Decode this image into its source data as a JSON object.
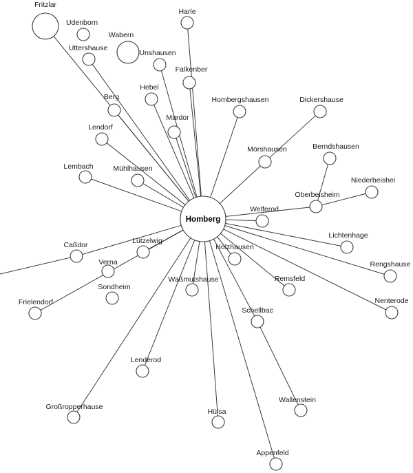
{
  "hub": "Homberg",
  "nodes": {
    "fritzlar": "Fritzlar",
    "udenborn": "Udenborn",
    "harle": "Harle",
    "uttershause": "Uttershause",
    "wabern": "Wabern",
    "unshausen": "Unshausen",
    "falkenber": "Falkenber",
    "hebel": "Hebel",
    "berg": "Berg",
    "hombergshausen": "Hombergshausen",
    "dickershause": "Dickershause",
    "mardor": "Mardor",
    "lendorf": "Lendorf",
    "morshausen": "Mörshausen",
    "berndshausen": "Berndshausen",
    "lembach": "Lembach",
    "muhlhausen": "Mühlhausen",
    "niederbeishei": "Niederbeishei",
    "oberbeisheim": "Oberbeisheim",
    "welferod": "Welferod",
    "lichtenhage": "Lichtenhage",
    "cassdor": "Caßdor",
    "lutzelwig": "Lützelwig",
    "holzhausen": "Holzhausen",
    "verna": "Verna",
    "rengshause": "Rengshause",
    "remsfeld": "Remsfeld",
    "wassmutshause": "Waßmutshause",
    "sondheim": "Sondheim",
    "nenterode": "Nenterode",
    "frielendorf": "Frielendorf",
    "schellbac": "Schellbac",
    "lenderod": "Lenderod",
    "wallenstein": "Wallenstein",
    "grossropperhause": "Großropperhause",
    "hulsa": "Hülsa",
    "appenfeld": "Appenfeld"
  },
  "colors": {
    "line": "#3a3a3a",
    "node_fill": "#ffffff",
    "text": "#1a1a1a"
  }
}
